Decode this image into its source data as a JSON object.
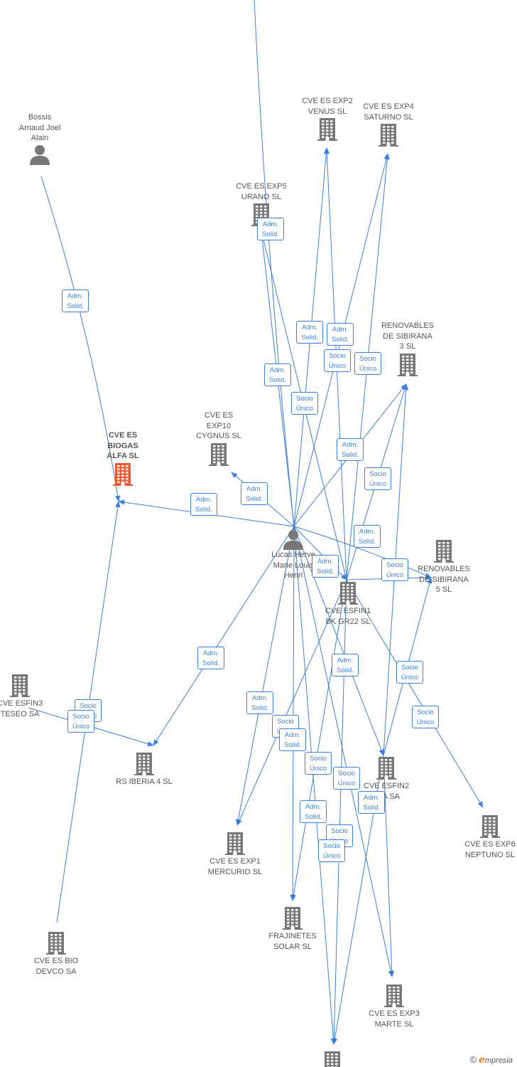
{
  "colors": {
    "edge": "#3b7fd6",
    "node": "#777777",
    "highlight": "#f0582e"
  },
  "brand": {
    "copyright": "©",
    "logo_letter": "e",
    "name": "mpresia"
  },
  "nodes": [
    {
      "id": "bossis",
      "type": "person",
      "lines": [
        "Bossis",
        "Arnaud Joel",
        "Alain"
      ]
    },
    {
      "id": "venus",
      "type": "company",
      "lines": [
        "CVE ES EXP2",
        "VENUS  SL"
      ]
    },
    {
      "id": "saturno",
      "type": "company",
      "lines": [
        "CVE ES EXP4",
        "SATURNO  SL"
      ]
    },
    {
      "id": "urano",
      "type": "company",
      "lines": [
        "CVE ES EXP5",
        "URANO  SL"
      ]
    },
    {
      "id": "ren3",
      "type": "company",
      "lines": [
        "RENOVABLES",
        "DE SIBIRANA",
        "3  SL"
      ]
    },
    {
      "id": "biogas",
      "type": "company",
      "highlight": true,
      "lines": [
        "CVE ES",
        "BIOGAS",
        "ALFA  SL"
      ]
    },
    {
      "id": "cygnus",
      "type": "company",
      "lines": [
        "CVE ES",
        "EXP10",
        "CYGNUS  SL"
      ]
    },
    {
      "id": "lucas",
      "type": "person",
      "lines": [
        "Lucas Herve",
        "Marie Louis",
        "Henri"
      ]
    },
    {
      "id": "ren5",
      "type": "company",
      "lines": [
        "RENOVABLES",
        "DE SIBIRANA",
        "5  SL"
      ]
    },
    {
      "id": "bkgr22",
      "type": "company",
      "lines": [
        "CVE ESFIN1",
        "BK GR22  SL"
      ]
    },
    {
      "id": "teseo",
      "type": "company",
      "lines": [
        "CVE ESFIN3",
        "TESEO SA"
      ]
    },
    {
      "id": "rsiberia",
      "type": "company",
      "lines": [
        "RS IBERIA 4  SL"
      ]
    },
    {
      "id": "esfin2",
      "type": "company",
      "lines": [
        "CVE ESFIN2",
        "ALA SA"
      ]
    },
    {
      "id": "neptuno",
      "type": "company",
      "lines": [
        "CVE ES EXP6",
        "NEPTUNO  SL"
      ]
    },
    {
      "id": "mercurio",
      "type": "company",
      "lines": [
        "CVE ES EXP1",
        "MERCURIO  SL"
      ]
    },
    {
      "id": "frajinetes",
      "type": "company",
      "lines": [
        "FRAJINETES",
        "SOLAR  SL"
      ]
    },
    {
      "id": "devco",
      "type": "company",
      "lines": [
        "CVE ES BIO",
        "DEVCO SA"
      ]
    },
    {
      "id": "marte",
      "type": "company",
      "lines": [
        "CVE ES EXP3",
        "MARTE  SL"
      ]
    },
    {
      "id": "bottom",
      "type": "company",
      "lines": []
    }
  ],
  "edges": [
    {
      "from": "bossis",
      "to": "biogas",
      "lines": [
        "Adm.",
        "Solid."
      ]
    },
    {
      "from": "lucas",
      "to": "biogas",
      "lines": [
        "Adm.",
        "Solid."
      ]
    },
    {
      "from": "devco",
      "to": "biogas",
      "lines": [
        "Socio",
        "Único"
      ]
    },
    {
      "from": "teseo",
      "to": "rsiberia",
      "lines": [
        "Socio",
        "Único"
      ]
    },
    {
      "from": "lucas",
      "to": "rsiberia",
      "lines": [
        "Adm.",
        "Solid."
      ]
    },
    {
      "from": "lucas",
      "to": "cygnus",
      "lines": [
        "Adm.",
        "Solid."
      ]
    },
    {
      "from": "lucas",
      "to": "urano",
      "lines": [
        "Adm.",
        "Solid."
      ]
    },
    {
      "from": "bkgr22",
      "to": "urano",
      "lines": [
        "Adm.",
        "Solid."
      ]
    },
    {
      "from": "lucas",
      "to": "venus",
      "lines": [
        "Adm.",
        "Solid."
      ]
    },
    {
      "from": "bkgr22",
      "to": "venus",
      "lines": [
        "Socio",
        "Único"
      ]
    },
    {
      "from": "lucas",
      "to": "saturno",
      "lines": [
        "Adm.",
        "Solid."
      ]
    },
    {
      "from": "bkgr22",
      "to": "saturno",
      "lines": [
        "Socio",
        "Único"
      ]
    },
    {
      "from": "lucas",
      "to": "ren3",
      "lines": [
        "Adm.",
        "Solid."
      ]
    },
    {
      "from": "bkgr22",
      "to": "ren3",
      "lines": [
        "Socio",
        "Único"
      ]
    },
    {
      "from": "esfin2",
      "to": "ren3",
      "lines": [
        "Socio",
        "Único"
      ]
    },
    {
      "from": "lucas",
      "to": "ren5",
      "lines": [
        "Adm.",
        "Solid."
      ]
    },
    {
      "from": "bkgr22",
      "to": "ren5",
      "lines": [
        "Socio",
        "Único"
      ]
    },
    {
      "from": "esfin2",
      "to": "ren5",
      "lines": [
        "Socio",
        "Único"
      ]
    },
    {
      "from": "lucas",
      "to": "bkgr22",
      "lines": [
        "Adm.",
        "Solid."
      ]
    },
    {
      "from": "lucas",
      "to": "esfin2",
      "lines": [
        "Adm.",
        "Solid."
      ]
    },
    {
      "from": "bkgr22",
      "to": "neptuno",
      "lines": [
        "Socio",
        "Único"
      ]
    },
    {
      "from": "lucas",
      "to": "mercurio",
      "lines": [
        "Adm.",
        "Solid."
      ]
    },
    {
      "from": "bkgr22",
      "to": "mercurio",
      "lines": [
        "Socio",
        "Único"
      ]
    },
    {
      "from": "lucas",
      "to": "frajinetes",
      "lines": [
        "Adm.",
        "Solid."
      ]
    },
    {
      "from": "bkgr22",
      "to": "frajinetes",
      "lines": [
        "Socio",
        "Único"
      ]
    },
    {
      "from": "lucas",
      "to": "marte",
      "lines": [
        "Adm.",
        "Solid."
      ]
    },
    {
      "from": "esfin2",
      "to": "marte",
      "lines": [
        "Socio",
        "Único"
      ]
    },
    {
      "from": "lucas",
      "to": "bottom",
      "lines": [
        "Adm.",
        "Solid."
      ]
    },
    {
      "from": "bkgr22",
      "to": "bottom",
      "lines": [
        "Socio",
        "Único"
      ]
    },
    {
      "from": "esfin2",
      "to": "bottom",
      "lines": [
        "Socio",
        "Único"
      ]
    },
    {
      "from": "lucas",
      "to": "top",
      "lines": []
    }
  ]
}
